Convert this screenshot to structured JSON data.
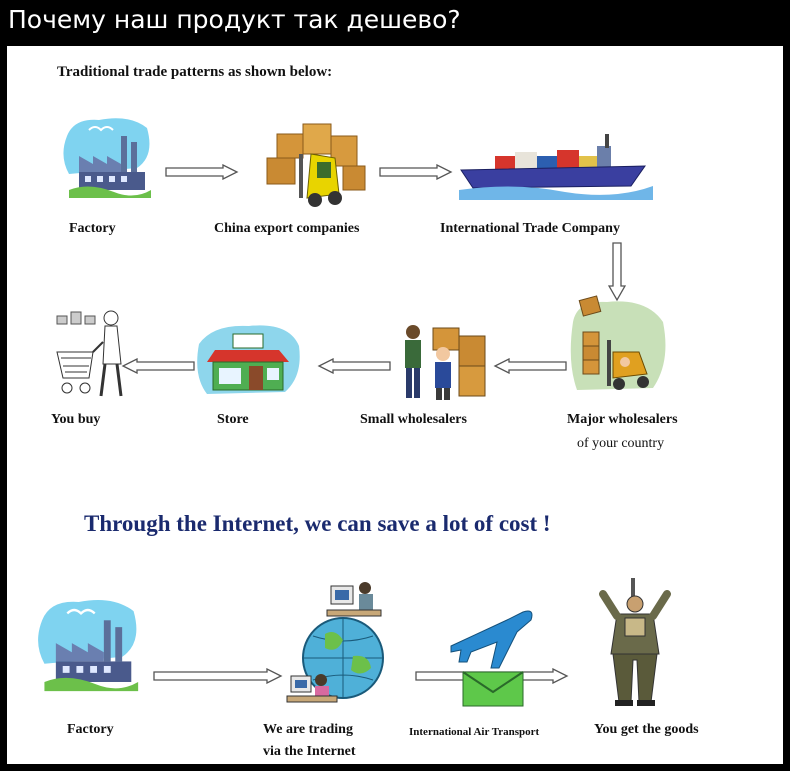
{
  "header": {
    "title": "Почему наш продукт так дешево?"
  },
  "traditional": {
    "heading": "Traditional trade patterns as shown below:",
    "factory": "Factory",
    "china_export": "China export companies",
    "intl_trade": "International Trade Company",
    "major_line1": "Major wholesalers",
    "major_line2": "of your country",
    "small_wholesalers": "Small wholesalers",
    "store": "Store",
    "you_buy": "You buy"
  },
  "slogan": "Through the Internet, we can save a lot of cost !",
  "internet": {
    "factory": "Factory",
    "trading_line1": "We are trading",
    "trading_line2": "via the Internet",
    "air_transport": "International Air Transport",
    "get_goods": "You get the goods"
  },
  "icons": [
    "factory-icon",
    "forklift-boxes-icon",
    "cargo-ship-icon",
    "warehouse-forklift-icon",
    "workers-boxes-icon",
    "store-icon",
    "shopper-icon",
    "globe-computers-icon",
    "airplane-envelope-icon",
    "soldier-icon"
  ],
  "colors": {
    "slogan": "#1a2a6e",
    "header_bg": "#000000",
    "header_text": "#ffffff"
  }
}
